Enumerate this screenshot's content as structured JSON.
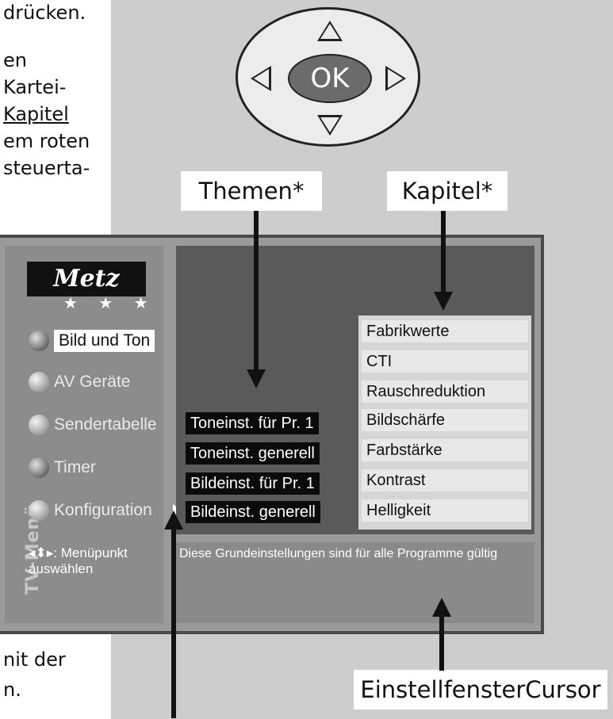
{
  "manual": {
    "top_lines": [
      "drücken.",
      "en",
      "Kartei-",
      "Kapitel",
      "em roten",
      "steuerta-"
    ],
    "bottom_lines": [
      "nit der",
      "n."
    ]
  },
  "remote": {
    "ok_label": "OK"
  },
  "callouts": {
    "themen": "Themen*",
    "kapitel": "Kapitel*",
    "einstellfenster": "EinstellfensterCursor"
  },
  "tv": {
    "side_title": "TV-Menü",
    "logo": "Metz",
    "stars": "★ ★ ★",
    "menu": [
      {
        "label": "Bild und Ton",
        "selected": true
      },
      {
        "label": "AV Geräte",
        "selected": false
      },
      {
        "label": "Sendertabelle",
        "selected": false
      },
      {
        "label": "Timer",
        "selected": false
      },
      {
        "label": "Konfiguration",
        "selected": false
      }
    ],
    "hint": "◂⬍▸: Menüpunkt auswählen",
    "topics": [
      "Toneinst. für Pr. 1",
      "Toneinst. generell",
      "Bildeinst. für Pr. 1",
      "Bildeinst. generell"
    ],
    "chapters": [
      "Fabrikwerte",
      "CTI",
      "Rauschreduktion",
      "Bildschärfe",
      "Farbstärke",
      "Kontrast",
      "Helligkeit"
    ],
    "info": "Diese Grundeinstellungen sind für alle Programme gültig"
  },
  "colors": {
    "background_grey": "#cdcdcd",
    "tv_frame": "#9a9a9a",
    "tv_main": "#5a5a5a",
    "topic_bg": "#0b0b0b",
    "chapter_bg": "#e8e8e8"
  }
}
